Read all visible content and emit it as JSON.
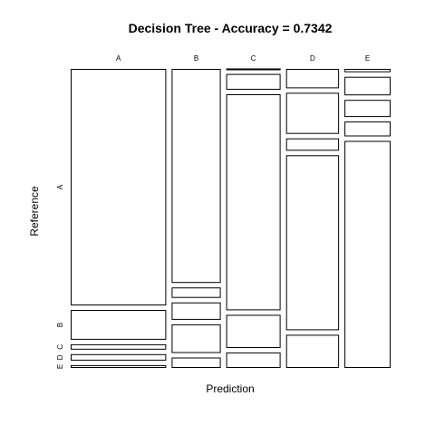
{
  "chart_data": {
    "type": "mosaic",
    "title": "Decision Tree - Accuracy = 0.7342",
    "xlabel": "Prediction",
    "ylabel": "Reference",
    "prediction_levels": [
      "A",
      "B",
      "C",
      "D",
      "E"
    ],
    "reference_levels": [
      "A",
      "B",
      "C",
      "D",
      "E"
    ],
    "column_share": [
      0.325,
      0.167,
      0.185,
      0.18,
      0.157
    ],
    "cells": [
      {
        "prediction": "A",
        "proportions": [
          0.842,
          0.106,
          0.019,
          0.023,
          0.01
        ]
      },
      {
        "prediction": "B",
        "proportions": [
          0.762,
          0.037,
          0.062,
          0.102,
          0.037
        ]
      },
      {
        "prediction": "C",
        "proportions": [
          0.002,
          0.056,
          0.769,
          0.118,
          0.055
        ]
      },
      {
        "prediction": "D",
        "proportions": [
          0.069,
          0.146,
          0.044,
          0.623,
          0.118
        ]
      },
      {
        "prediction": "E",
        "proportions": [
          0.012,
          0.066,
          0.061,
          0.053,
          0.808
        ]
      }
    ]
  }
}
